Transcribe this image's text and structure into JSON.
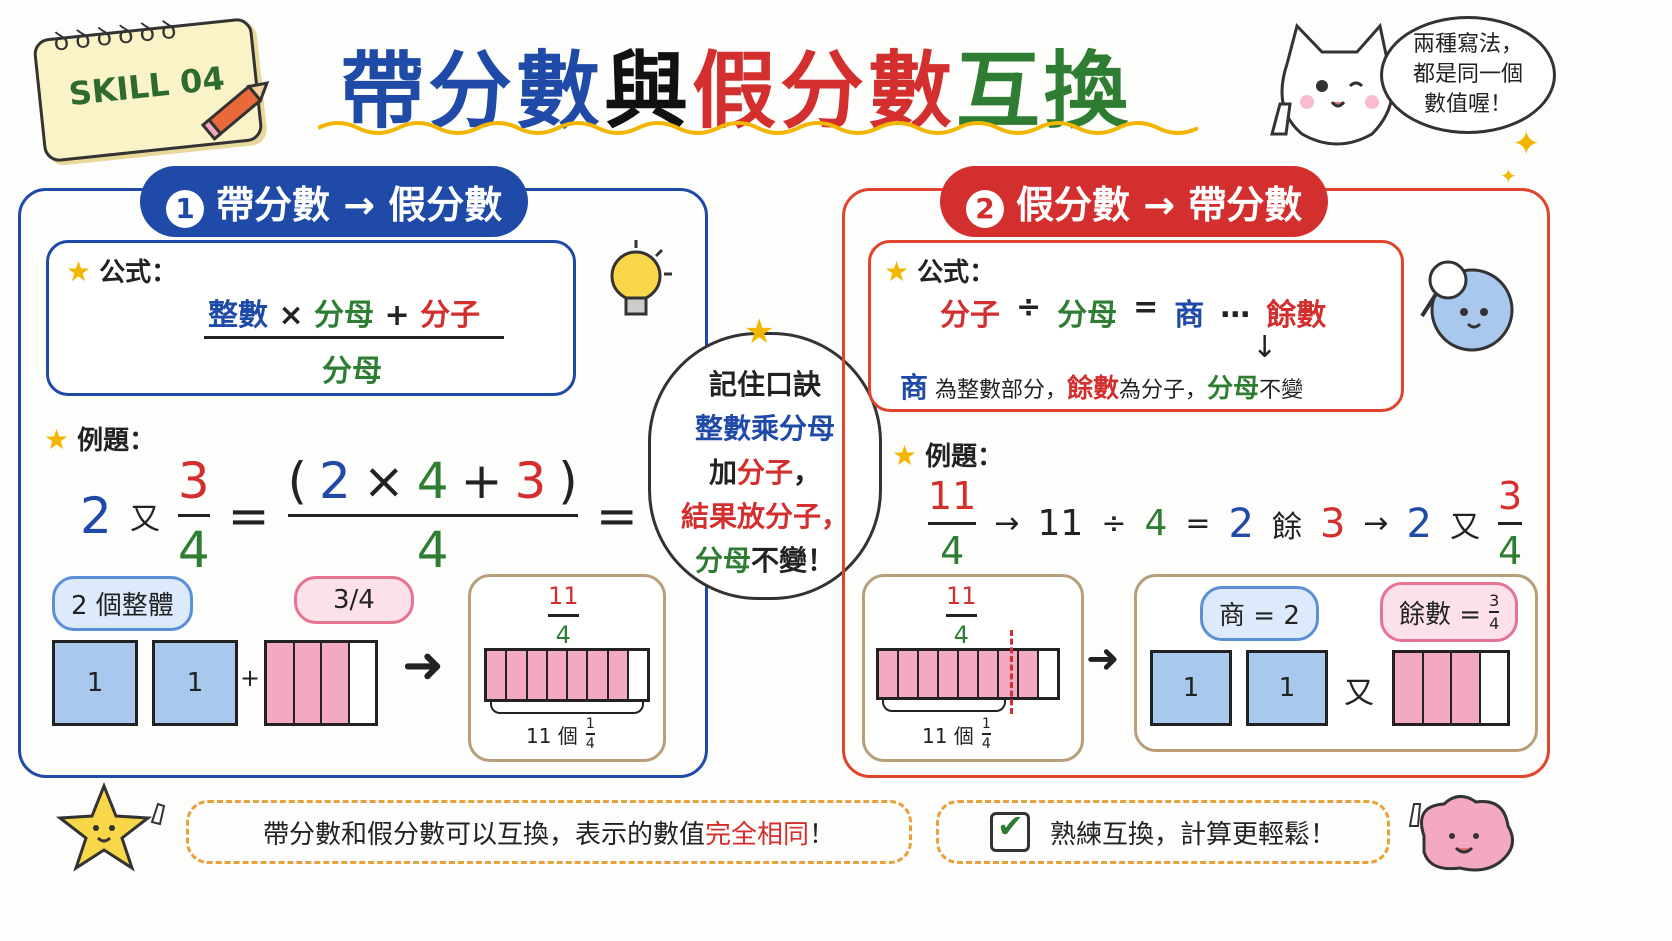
{
  "header": {
    "badge": "SKILL 04",
    "title_part1": "帶分數",
    "title_part2": "與",
    "title_part3": "假分數",
    "title_part4": "互換",
    "speech": [
      "兩種寫法，",
      "都是同一個",
      "數值喔！"
    ]
  },
  "left": {
    "num": "1",
    "heading": "帶分數 → 假分數",
    "formula_label": "公式：",
    "formula_whole": "整數",
    "formula_times": "×",
    "formula_den": "分母",
    "formula_plus": "+",
    "formula_num": "分子",
    "formula_bottom": "分母",
    "example_label": "例題：",
    "ex_whole": "2",
    "ex_you": "又",
    "ex_num": "3",
    "ex_den": "4",
    "ex_eq": "=",
    "ex_open": "(",
    "ex_a": "2",
    "ex_x": "×",
    "ex_b": "4",
    "ex_p": "+",
    "ex_c": "3",
    "ex_close": ")",
    "ex_den2": "4",
    "ex_res_num": "11",
    "ex_res_den": "4",
    "bubble_whole": "2 個整體",
    "bubble_frac": "3/4",
    "sq1": "1",
    "sq2": "1",
    "plus": "+",
    "arrow": "➜",
    "res_num": "11",
    "res_den": "4",
    "count_text": "11 個",
    "count_num": "1",
    "count_den": "4"
  },
  "cloud": {
    "title": "記住口訣",
    "line1": "整數乘分母",
    "line2a": "加",
    "line2b": "分子",
    "line2c": "，",
    "line3": "結果放分子，",
    "line4a": "分母",
    "line4b": "不變！"
  },
  "right": {
    "num": "2",
    "heading": "假分數 → 帶分數",
    "formula_label": "公式：",
    "f_num": "分子",
    "f_div": "÷",
    "f_den": "分母",
    "f_eq": "=",
    "f_q": "商",
    "f_dots": "…",
    "f_r": "餘數",
    "down_arrow": "↓",
    "rule_q": "商",
    "rule_1": "為整數部分，",
    "rule_r": "餘數",
    "rule_2": "為分子，",
    "rule_den": "分母",
    "rule_3": "不變",
    "example_label": "例題：",
    "ex_num": "11",
    "ex_den": "4",
    "ex_arrow1": "→",
    "ex_calc_a": "11",
    "ex_calc_div": "÷",
    "ex_calc_b": "4",
    "ex_calc_eq": "=",
    "ex_q": "2",
    "ex_yu": "餘",
    "ex_r": "3",
    "ex_arrow2": "→",
    "ex_whole": "2",
    "ex_you": "又",
    "ex_fnum": "3",
    "ex_fden": "4",
    "strip_num": "11",
    "strip_den": "4",
    "count_text": "11 個",
    "count_num": "1",
    "count_den": "4",
    "arrow": "➜",
    "bubble_q": "商 = 2",
    "bubble_r_label": "餘數 =",
    "bubble_r_num": "3",
    "bubble_r_den": "4",
    "sq1": "1",
    "sq2": "1",
    "you": "又"
  },
  "footer": {
    "left_text": "帶分數和假分數可以互換，表示的數值",
    "left_highlight": "完全相同",
    "left_end": "！",
    "right_text": "熟練互換，計算更輕鬆！"
  },
  "colors": {
    "blue": "#1f4aa8",
    "red": "#d32f2f",
    "green": "#2e7d32",
    "pink": "#f4a9c2",
    "lightblue": "#a9c8ee",
    "gold": "#f2b600"
  }
}
